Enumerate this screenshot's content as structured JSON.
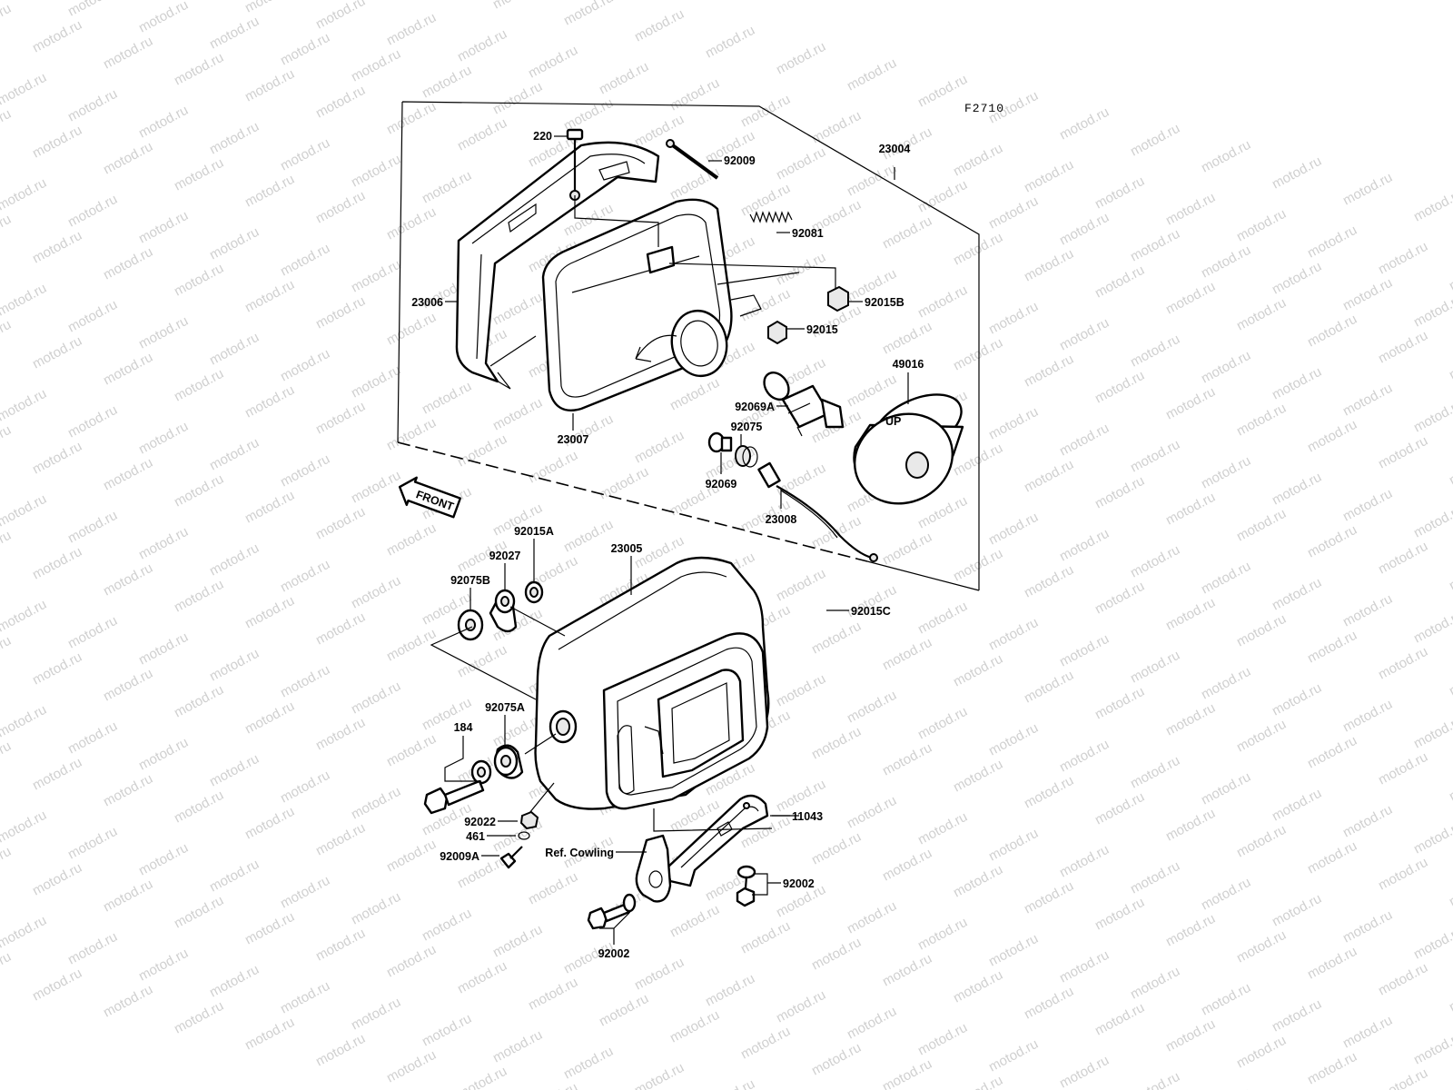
{
  "diagram": {
    "figure_code": "F2710",
    "front_label": "FRONT",
    "watermark": "motod.ru",
    "parts": [
      {
        "id": "p220",
        "label": "220"
      },
      {
        "id": "p92009",
        "label": "92009"
      },
      {
        "id": "p23004",
        "label": "23004"
      },
      {
        "id": "p92081",
        "label": "92081"
      },
      {
        "id": "p23006",
        "label": "23006"
      },
      {
        "id": "p92015B",
        "label": "92015B"
      },
      {
        "id": "p92015",
        "label": "92015"
      },
      {
        "id": "p49016",
        "label": "49016"
      },
      {
        "id": "p92069A",
        "label": "92069A"
      },
      {
        "id": "p92075",
        "label": "92075"
      },
      {
        "id": "p23007",
        "label": "23007"
      },
      {
        "id": "p92069",
        "label": "92069"
      },
      {
        "id": "p23008",
        "label": "23008"
      },
      {
        "id": "p92015A",
        "label": "92015A"
      },
      {
        "id": "p92027",
        "label": "92027"
      },
      {
        "id": "p23005",
        "label": "23005"
      },
      {
        "id": "p92075B",
        "label": "92075B"
      },
      {
        "id": "p92015C",
        "label": "92015C"
      },
      {
        "id": "p92075A",
        "label": "92075A"
      },
      {
        "id": "p184",
        "label": "184"
      },
      {
        "id": "p11043",
        "label": "11043"
      },
      {
        "id": "p92022",
        "label": "92022"
      },
      {
        "id": "p461",
        "label": "461"
      },
      {
        "id": "p92009A",
        "label": "92009A"
      },
      {
        "id": "pRefCowling",
        "label": "Ref. Cowling"
      },
      {
        "id": "p92002a",
        "label": "92002"
      },
      {
        "id": "p92002b",
        "label": "92002"
      }
    ]
  }
}
